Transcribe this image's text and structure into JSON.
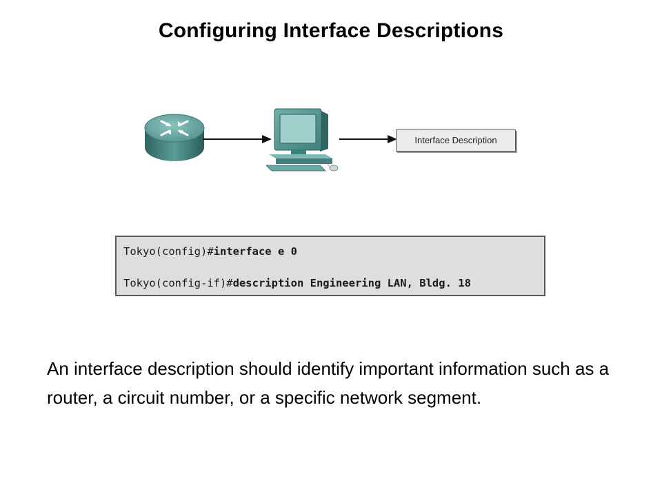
{
  "title": "Configuring Interface Descriptions",
  "diagram": {
    "label": "Interface Description",
    "icons": [
      "router-icon",
      "workstation-icon",
      "arrow-icon"
    ]
  },
  "cli": {
    "lines": [
      {
        "prompt": "Tokyo(config)#",
        "command": "interface e 0"
      },
      {
        "prompt": "Tokyo(config-if)#",
        "command": "description Engineering LAN, Bldg. 18"
      }
    ]
  },
  "body_text": "An interface description should identify important information such as a router, a circuit number, or a specific network segment.",
  "colors": {
    "device_teal": "#4f8f8c",
    "device_dark": "#2f6563",
    "cli_background": "#dedede",
    "label_box": "#ececec"
  }
}
